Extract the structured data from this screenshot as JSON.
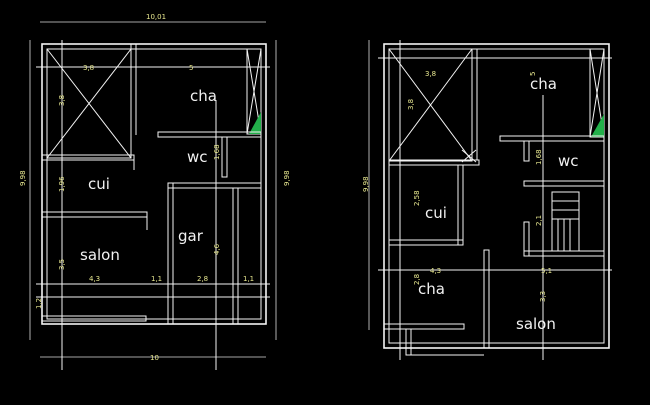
{
  "colors": {
    "background": "#000000",
    "lines": "#f4f4f4",
    "dimension_text": "#e8e890",
    "accent_fill": "#22b04a"
  },
  "plan_left": {
    "dimensions": {
      "top_width": "10,01",
      "bottom_width": "10",
      "left_height": "9,98",
      "right_height": "9,98",
      "d_38_top": "3,8",
      "d_5": "5",
      "d_38_side": "3,8",
      "d_168": "1,68",
      "d_196": "1,96",
      "d_46": "4,6",
      "d_35": "3,5",
      "d_43": "4,3",
      "d_11_a": "1,1",
      "d_28": "2,8",
      "d_11_b": "1,1",
      "d_12": "1,2"
    },
    "rooms": {
      "cha": "cha",
      "wc": "wc",
      "cui": "cui",
      "gar": "gar",
      "salon": "salon"
    }
  },
  "plan_right": {
    "dimensions": {
      "left_height": "9,98",
      "d_38_top": "3,8",
      "d_5": "5",
      "d_38_side": "3,8",
      "d_168": "1,68",
      "d_258": "2,58",
      "d_21": "2,1",
      "d_43": "4,3",
      "d_51": "5,1",
      "d_28": "2,8",
      "d_33": "3,3"
    },
    "rooms": {
      "cha_top": "cha",
      "wc": "wc",
      "cui": "cui",
      "cha_bottom": "cha",
      "salon": "salon"
    }
  }
}
